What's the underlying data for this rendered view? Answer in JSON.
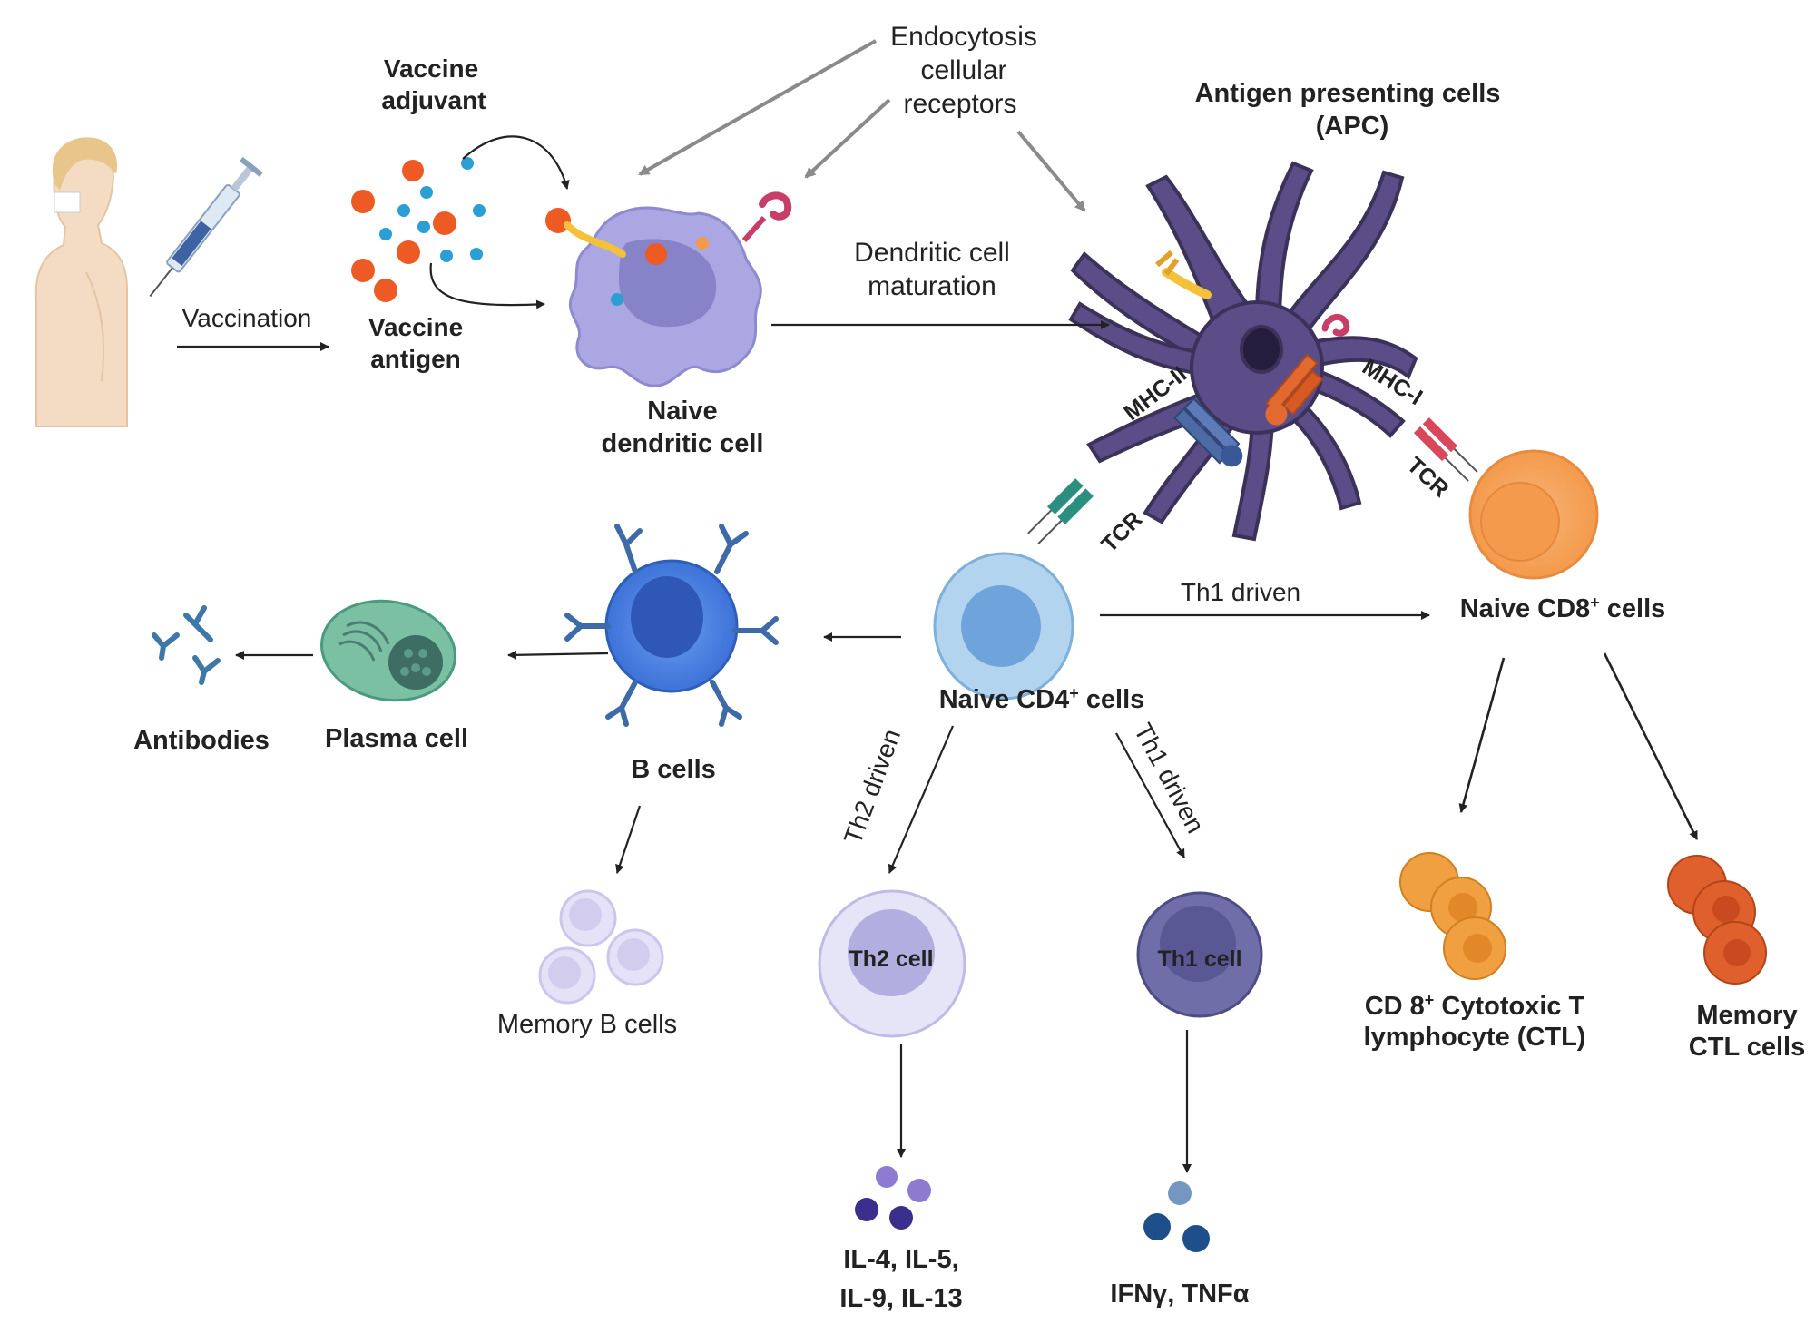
{
  "labels": {
    "vaccination": "Vaccination",
    "vaccine_adjuvant": [
      "Vaccine",
      "adjuvant"
    ],
    "vaccine_antigen": [
      "Vaccine",
      "antigen"
    ],
    "endocytosis": [
      "Endocytosis",
      "cellular",
      "receptors"
    ],
    "apc_title": [
      "Antigen presenting cells",
      "(APC)"
    ],
    "naive_dendritic": [
      "Naive",
      "dendritic cell"
    ],
    "dc_maturation": [
      "Dendritic cell",
      "maturation"
    ],
    "mhc2": "MHC-II",
    "mhc1": "MHC-I",
    "tcr": "TCR",
    "th1_driven": "Th1 driven",
    "th2_driven": "Th2 driven",
    "naive_cd4": "Naive CD4",
    "naive_cd8": "Naive CD8",
    "cells_suffix": " cells",
    "plus": "+",
    "b_cells": "B cells",
    "plasma_cell": "Plasma cell",
    "antibodies": "Antibodies",
    "memory_b_cells": "Memory B cells",
    "th2_cell": "Th2 cell",
    "th1_cell": "Th1 cell",
    "th2_cytokines": [
      "IL-4, IL-5,",
      "IL-9, IL-13"
    ],
    "th1_cytokines": "IFNγ, TNFα",
    "ctl_line1_a": "CD 8",
    "ctl_line1_b": " Cytotoxic T",
    "ctl_line2": "lymphocyte  (CTL)",
    "memory_ctl": [
      "Memory",
      "CTL cells"
    ]
  },
  "colors": {
    "apc": "#5b4e88",
    "dendritic": "#a9a6e0",
    "antigen": "#ee5a24",
    "adjuvant": "#2b9fd3",
    "b_cell": "#4a80df",
    "cd4": "#a7cbec",
    "cd8": "#f6a35d",
    "plasma": "#7cc0a4",
    "ctl": "#f0a040",
    "memory_ctl": "#e0602d",
    "th2": "#d0cdf0",
    "th1": "#6f6ea8",
    "antibody": "#3e78a8",
    "arrow": "#222222",
    "grey_arrow": "#888888"
  }
}
